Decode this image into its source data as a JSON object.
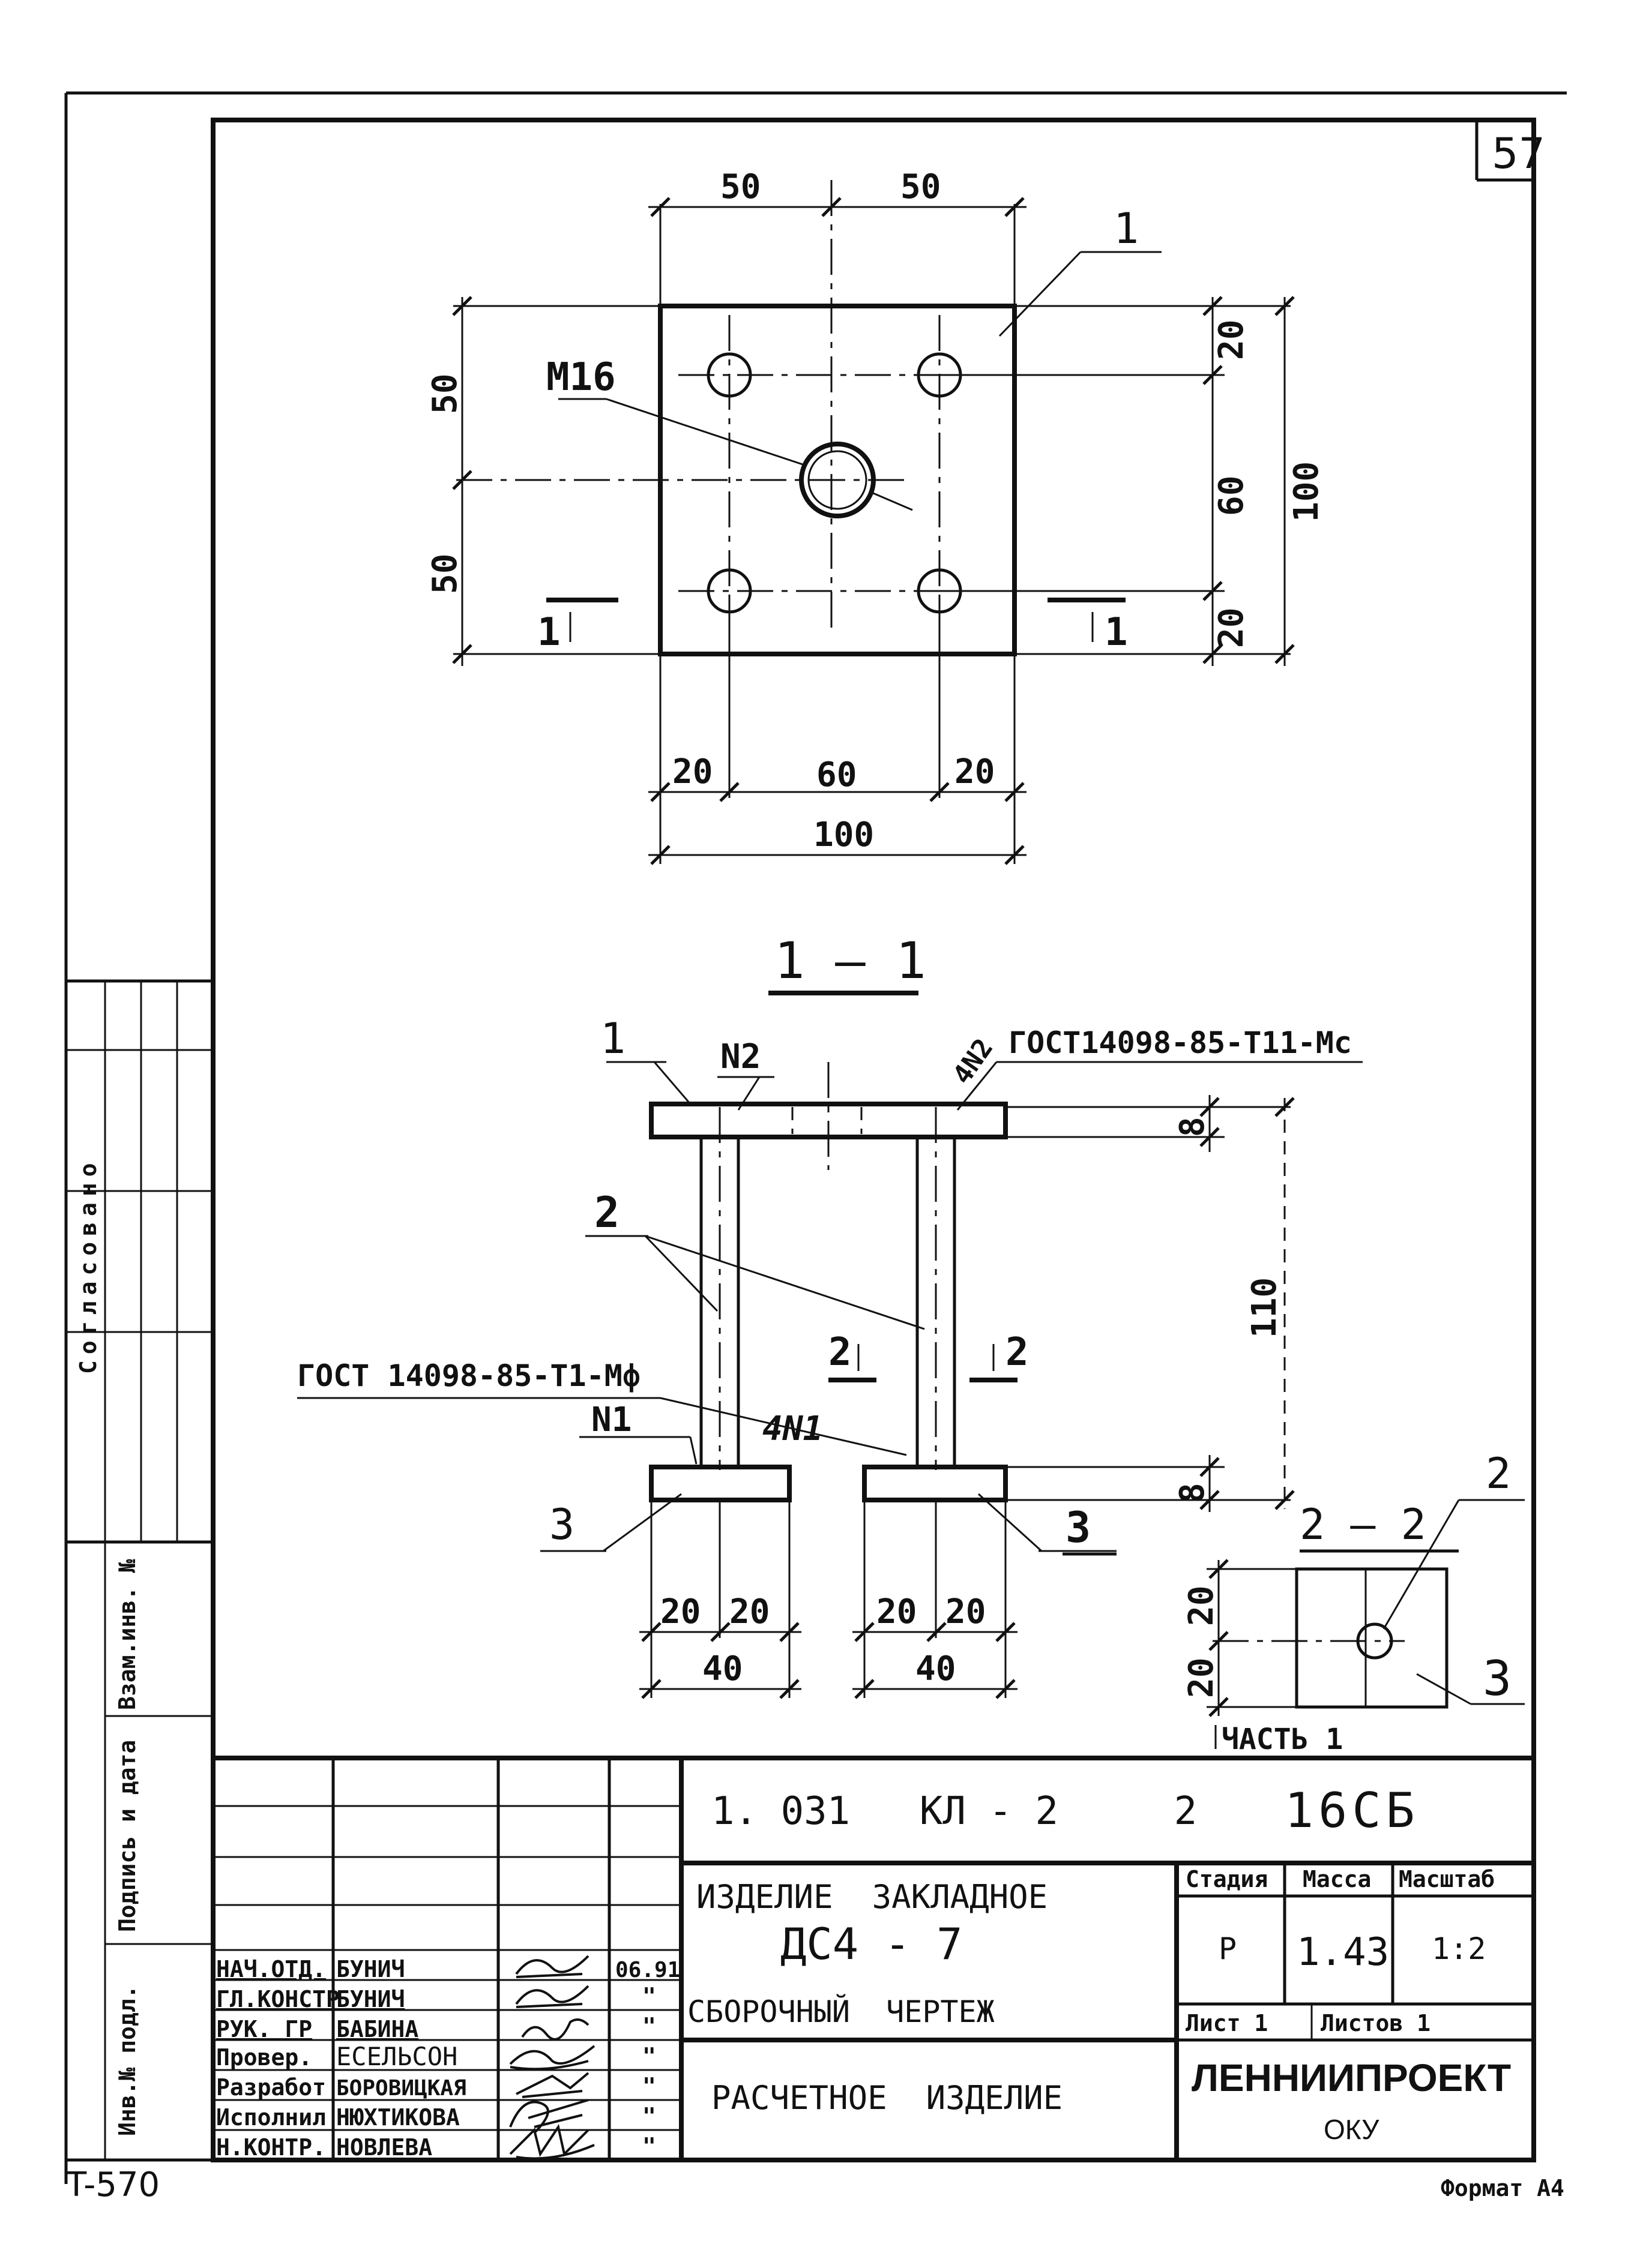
{
  "sheet_number": "57",
  "form_code": "T-570",
  "format": "Формат А4",
  "side_stamp": {
    "agreed": "Согласовано",
    "inv_replaced": "Взам.инв. №",
    "sign_date": "Подпись и дата",
    "inv_original": "Инв.№ подл."
  },
  "plan_view": {
    "dims_top": [
      "50",
      "50"
    ],
    "dims_left": [
      "50",
      "50"
    ],
    "dims_right_inner": [
      "20",
      "60",
      "20"
    ],
    "dim_right_outer": "100",
    "dims_bottom": [
      "20",
      "60",
      "20"
    ],
    "dim_bottom_total": "100",
    "thread": "M16",
    "part_ref": "1",
    "section_mark": "1"
  },
  "section_1_1": {
    "title": "1 — 1",
    "part1": "1",
    "part2": "2",
    "part3_left": "3",
    "part3_right": "3",
    "weld_n2": "N2",
    "weld_4n2": "4N2",
    "weld_n1": "N1",
    "weld_4n1": "4N1",
    "gost_top": "ГОСТ14098-85-Т11-Мс",
    "gost_bottom": "ГОСТ 14098-85-Т1-Мф",
    "dim_top_plate": "8",
    "dim_height": "110",
    "dim_bottom_plate": "8",
    "section_mark": "2",
    "dims_left_foot": [
      "20",
      "20"
    ],
    "dim_left_foot_total": "40",
    "dims_right_foot": [
      "20",
      "20"
    ],
    "dim_right_foot_total": "40"
  },
  "section_2_2": {
    "title": "2 — 2",
    "part2": "2",
    "part3": "3",
    "dims": [
      "20",
      "20"
    ],
    "caption": "ЧАСТЬ 1"
  },
  "title_block": {
    "code": "1. 031   КЛ - 2     2",
    "code_right": "16СБ",
    "product_line1": "ИЗДЕЛИЕ  ЗАКЛАДНОЕ",
    "product_line2": "ДС4 - 7",
    "product_line3": "СБОРОЧНЫЙ  ЧЕРТЕЖ",
    "product_note": "РАСЧЕТНОЕ  ИЗДЕЛИЕ",
    "headers": {
      "stage": "Стадия",
      "mass": "Масса",
      "scale": "Масштаб"
    },
    "values": {
      "stage": "Р",
      "mass": "1.43",
      "scale": "1:2"
    },
    "sheet": "Лист 1",
    "sheets": "Листов 1",
    "org": "ЛЕННИИПРОЕКТ",
    "dept": "ОКУ",
    "roles": [
      "НАЧ.ОТД.",
      "ГЛ.КОНСТР",
      "РУК. ГР",
      "Провер.",
      "Разработ",
      "Исполнил",
      "Н.КОНТР."
    ],
    "names": [
      "БУНИЧ",
      "БУНИЧ",
      "БАБИНА",
      "ЕСЕЛЬСОН",
      "БОРОВИЦКАЯ",
      "НЮХТИКОВА",
      "НОВЛЕВА"
    ],
    "dates": [
      "06.91",
      "\"",
      "\"",
      "\"",
      "\"",
      "\"",
      "\""
    ]
  }
}
